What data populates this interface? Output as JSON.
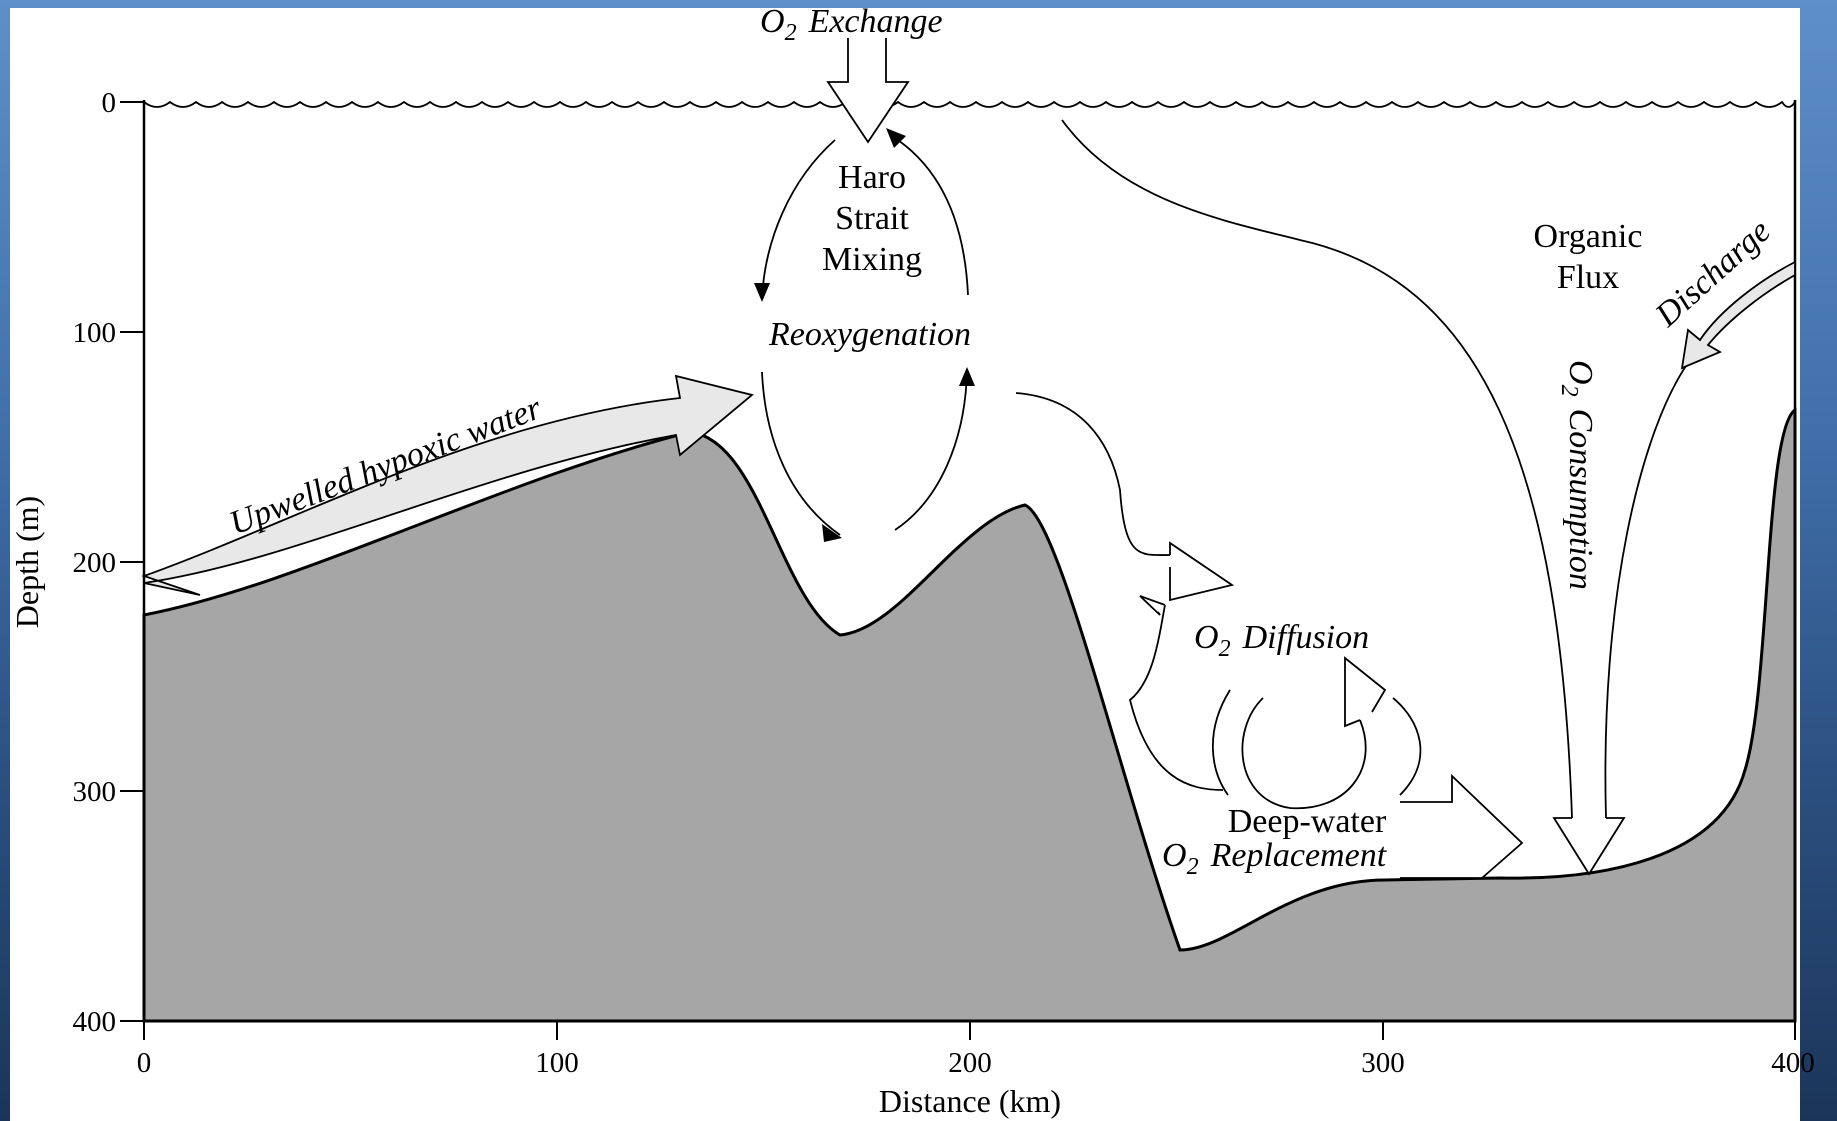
{
  "diagram": {
    "axes": {
      "xlabel": "Distance (km)",
      "ylabel": "Depth (m)",
      "xticks": [
        "0",
        "100",
        "200",
        "300",
        "400"
      ],
      "yticks": [
        "0",
        "100",
        "200",
        "300",
        "400"
      ]
    },
    "labels": {
      "o2_exchange_sym": "O",
      "o2_exchange_sub": "2",
      "o2_exchange_word": "Exchange",
      "haro_line1": "Haro",
      "haro_line2": "Strait",
      "haro_line3": "Mixing",
      "reoxygenation": "Reoxygenation",
      "upwelled": "Upwelled hypoxic water",
      "organic_line1": "Organic",
      "organic_line2": "Flux",
      "discharge": "Discharge",
      "o2_consumption_sym": "O",
      "o2_consumption_sub": "2",
      "o2_consumption_word": "Consumption",
      "o2_diffusion_sym": "O",
      "o2_diffusion_sub": "2",
      "o2_diffusion_word": "Diffusion",
      "deepwater": "Deep-water",
      "o2_replacement_sym": "O",
      "o2_replacement_sub": "2",
      "o2_replacement_word": "Replacement"
    },
    "colors": {
      "seabed": "#a6a6a6",
      "upwelled_arrow": "#e8e8e8"
    }
  }
}
